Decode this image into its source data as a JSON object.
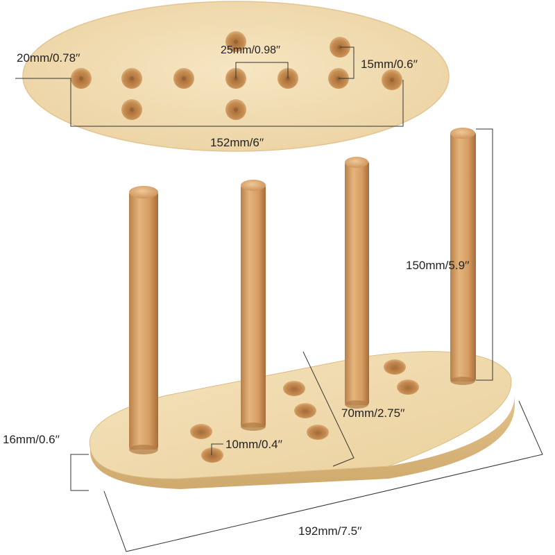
{
  "dimensions": {
    "top_hole_large": "20mm/0.78′′",
    "top_hole_spacing": "25mm/0.98′′",
    "top_hole_small": "15mm/0.6′′",
    "top_length": "152mm/6′′",
    "peg_height": "150mm/5.9′′",
    "base_thickness": "16mm/0.6′′",
    "base_hole": "10mm/0.4′′",
    "base_width": "70mm/2.75′′",
    "base_length": "192mm/7.5′′"
  },
  "colors": {
    "wood_light": "#f2dfb7",
    "wood_mid": "#e6c994",
    "wood_edge": "#d9b67c",
    "peg": "#d8a46a",
    "peg_shadow": "#b47c45",
    "hole": "#c9955a",
    "hole_inner": "#9a6534",
    "dim_line": "#333333"
  }
}
